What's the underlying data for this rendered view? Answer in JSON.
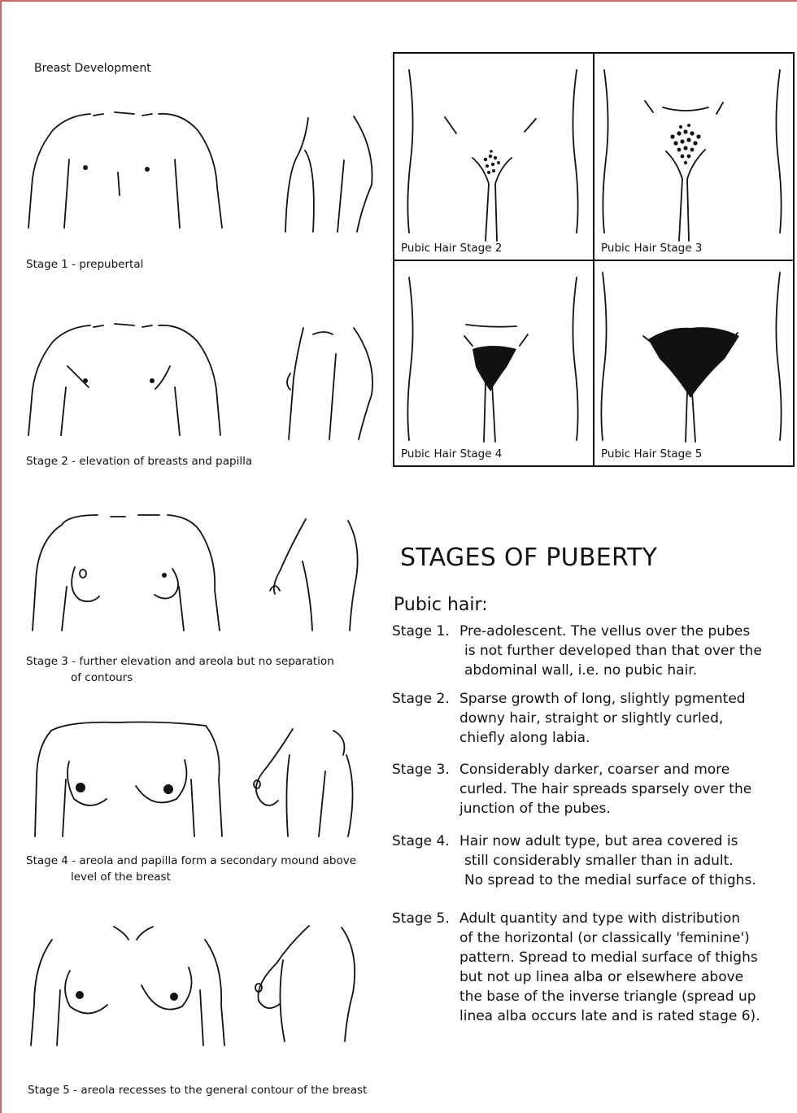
{
  "breast_section": {
    "heading": "Breast Development",
    "stages": [
      {
        "lines": [
          "Stage 1 - prepubertal"
        ]
      },
      {
        "lines": [
          "Stage 2 - elevation of breasts and papilla"
        ]
      },
      {
        "lines": [
          "Stage 3 - further elevation and areola but no separation",
          "of contours"
        ]
      },
      {
        "lines": [
          "Stage 4 - areola and papilla form a secondary mound above",
          "level of the breast"
        ]
      },
      {
        "lines": [
          "Stage 5 - areola recesses to the general contour of the breast"
        ]
      }
    ]
  },
  "pubic_grid": {
    "labels": [
      "Pubic Hair Stage 2",
      "Pubic Hair Stage 3",
      "Pubic Hair Stage 4",
      "Pubic Hair Stage 5"
    ]
  },
  "text_panel": {
    "title": "STAGES OF PUBERTY",
    "subtitle": "Pubic hair:",
    "stages": [
      {
        "label": "Stage 1.",
        "lines": [
          "Pre-adolescent. The vellus over the pubes",
          "is not further developed than that over the",
          "abdominal wall, i.e. no pubic hair."
        ]
      },
      {
        "label": "Stage 2.",
        "lines": [
          "Sparse growth of long, slightly pgmented",
          "downy hair, straight or slightly curled,",
          "chiefly along labia."
        ]
      },
      {
        "label": "Stage 3.",
        "lines": [
          "Considerably darker, coarser and more",
          "curled. The hair spreads sparsely over the",
          "junction of the pubes."
        ]
      },
      {
        "label": "Stage 4.",
        "lines": [
          "Hair now adult type, but area covered is",
          "still considerably smaller than in adult.",
          "No spread to the medial surface of thighs."
        ]
      },
      {
        "label": "Stage 5.",
        "lines": [
          "Adult quantity and type with distribution",
          "of the horizontal (or classically 'feminine')",
          "pattern. Spread to medial surface of thighs",
          "but not up linea alba or elsewhere above",
          "the base of the inverse triangle (spread up",
          "linea alba occurs late and is rated stage 6)."
        ]
      }
    ]
  }
}
